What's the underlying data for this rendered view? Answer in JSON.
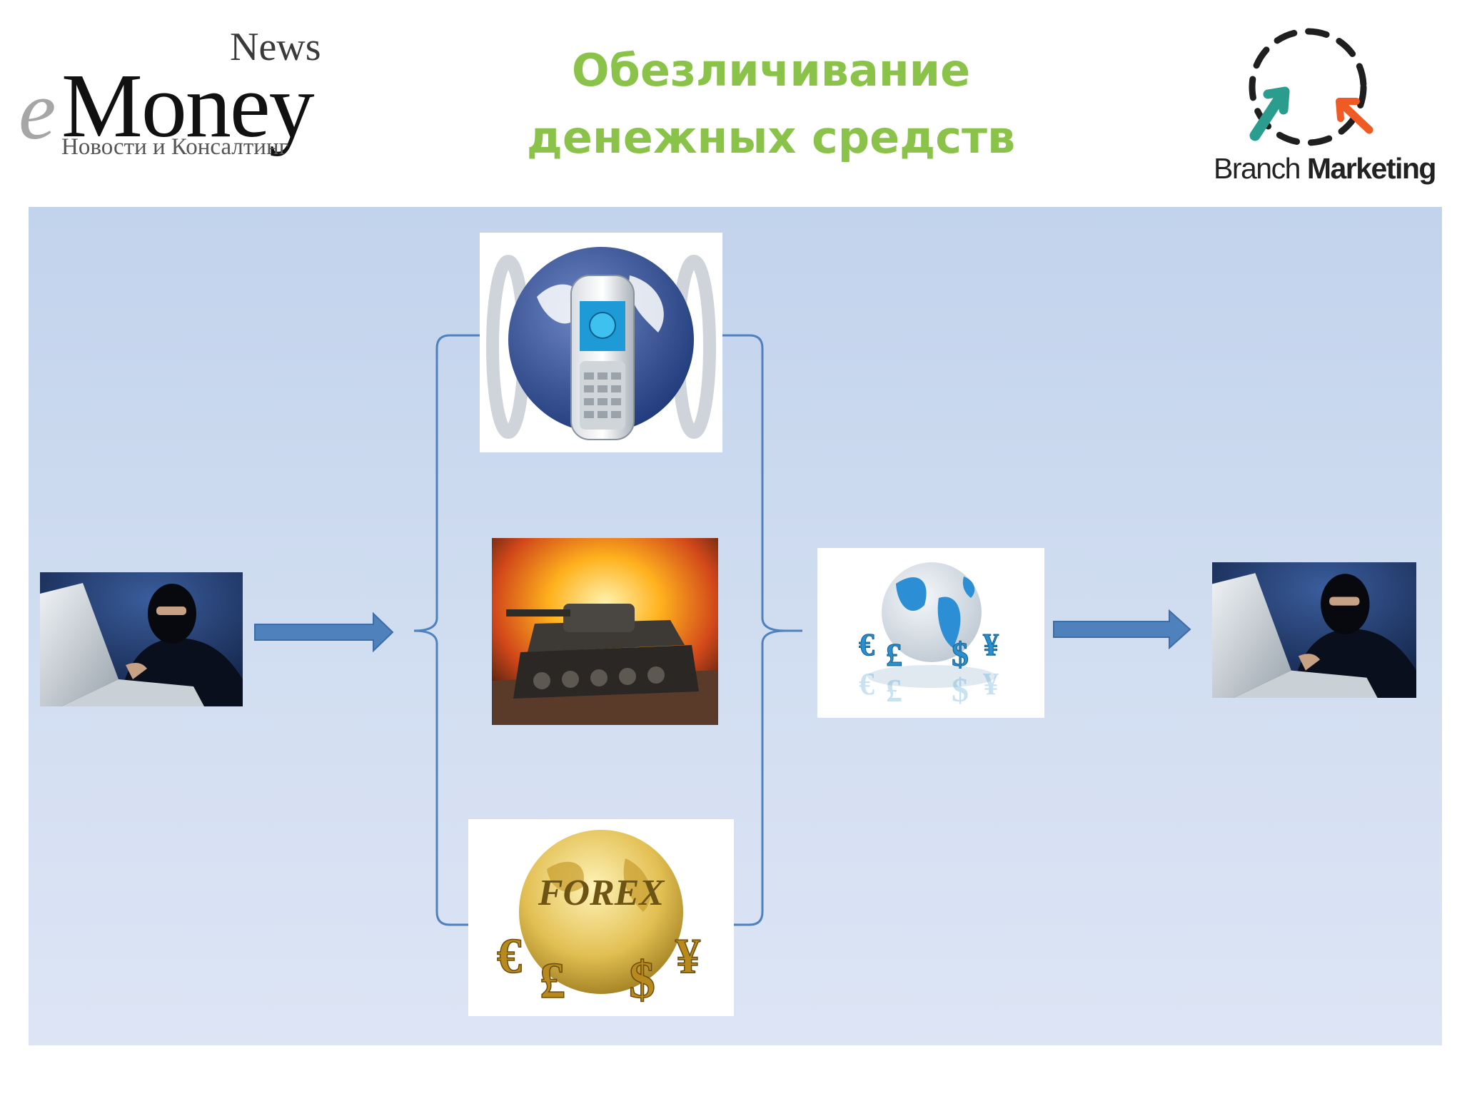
{
  "header": {
    "title_line1": "Обезличивание",
    "title_line2": "денежных средств",
    "title_color": "#8bc34a"
  },
  "logo_left": {
    "e": "e",
    "money": "Money",
    "news": "News",
    "subtitle": "Новости и Консалтинг"
  },
  "logo_right": {
    "brand_regular": "Branch ",
    "brand_bold": "Marketing",
    "arrow_colors": [
      "#2a9d8f",
      "#f05a24"
    ]
  },
  "diagram": {
    "background": "#c8d7ee",
    "arrow_color": "#4f81bd",
    "nodes": [
      {
        "role": "source",
        "icon": "hacker-laptop-icon"
      },
      {
        "role": "channel",
        "icon": "mobile-globe-icon"
      },
      {
        "role": "channel",
        "icon": "tank-game-icon"
      },
      {
        "role": "channel",
        "icon": "forex-globe-icon",
        "text": "FOREX"
      },
      {
        "role": "aggregate",
        "icon": "currency-globe-icon"
      },
      {
        "role": "destination",
        "icon": "hacker-laptop-icon"
      }
    ]
  }
}
